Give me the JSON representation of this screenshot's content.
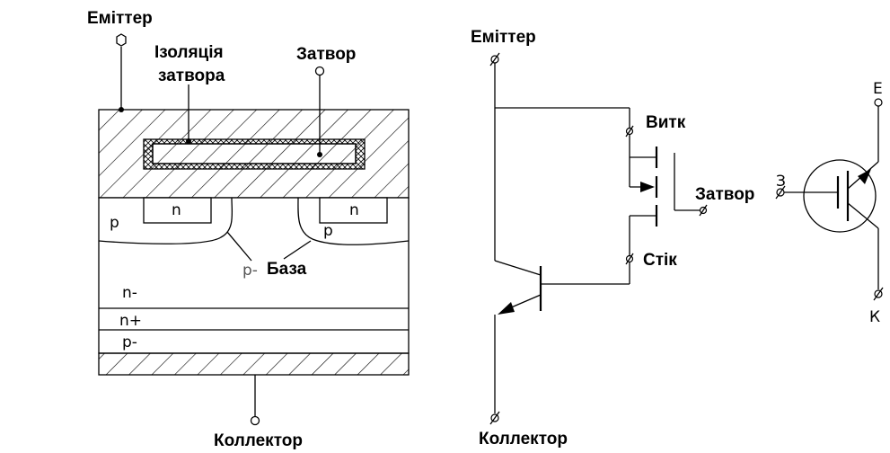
{
  "cross_section": {
    "emitter": "Еміттер",
    "gate_insulation_line1": "Ізоляція",
    "gate_insulation_line2": "затвора",
    "gate": "Затвор",
    "n_left": "n",
    "n_right": "n",
    "p_left": "p",
    "p_right": "p",
    "p_minus_prefix": "p-",
    "base": "База",
    "n_minus": "n-",
    "n_plus": "n+",
    "p_minus": "p-",
    "collector": "Коллектор"
  },
  "equivalent_circuit": {
    "emitter": "Еміттер",
    "source": "Витк",
    "gate": "Затвор",
    "drain": "Стік",
    "collector": "Коллектор"
  },
  "symbol": {
    "emitter": "Е",
    "gate": "З",
    "collector": "К"
  }
}
